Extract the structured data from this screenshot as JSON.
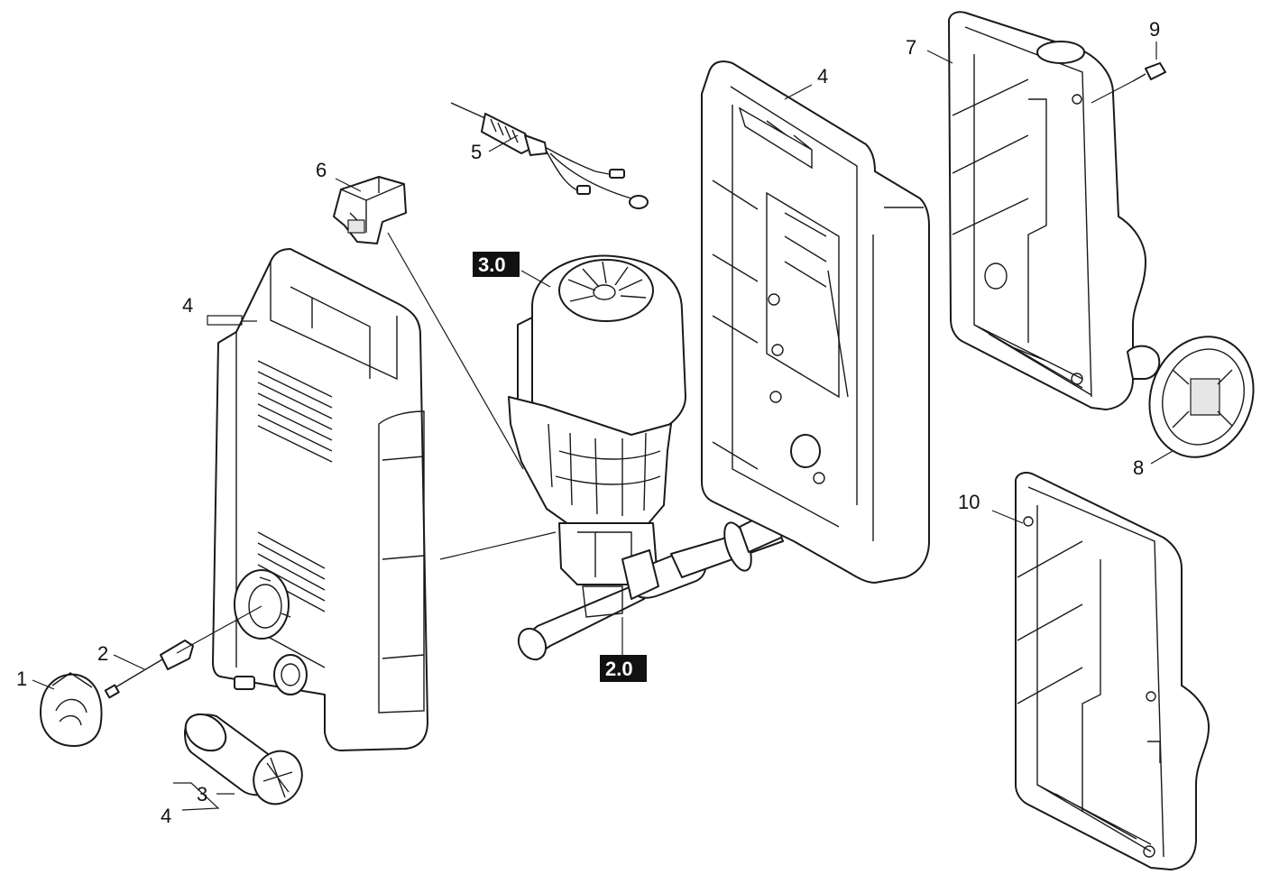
{
  "colors": {
    "line": "#1a1a1a",
    "background": "#ffffff",
    "badge": "#111111",
    "badge_text": "#ffffff"
  },
  "callouts": {
    "c1": "1",
    "c2": "2",
    "c3": "3",
    "c4_bottom": "4",
    "c4_front": "4",
    "c4_frame": "4",
    "c5": "5",
    "c6": "6",
    "c7": "7",
    "c8": "8",
    "c9": "9",
    "c10": "10"
  },
  "badges": {
    "motor_group": "3.0",
    "pump_group": "2.0"
  }
}
